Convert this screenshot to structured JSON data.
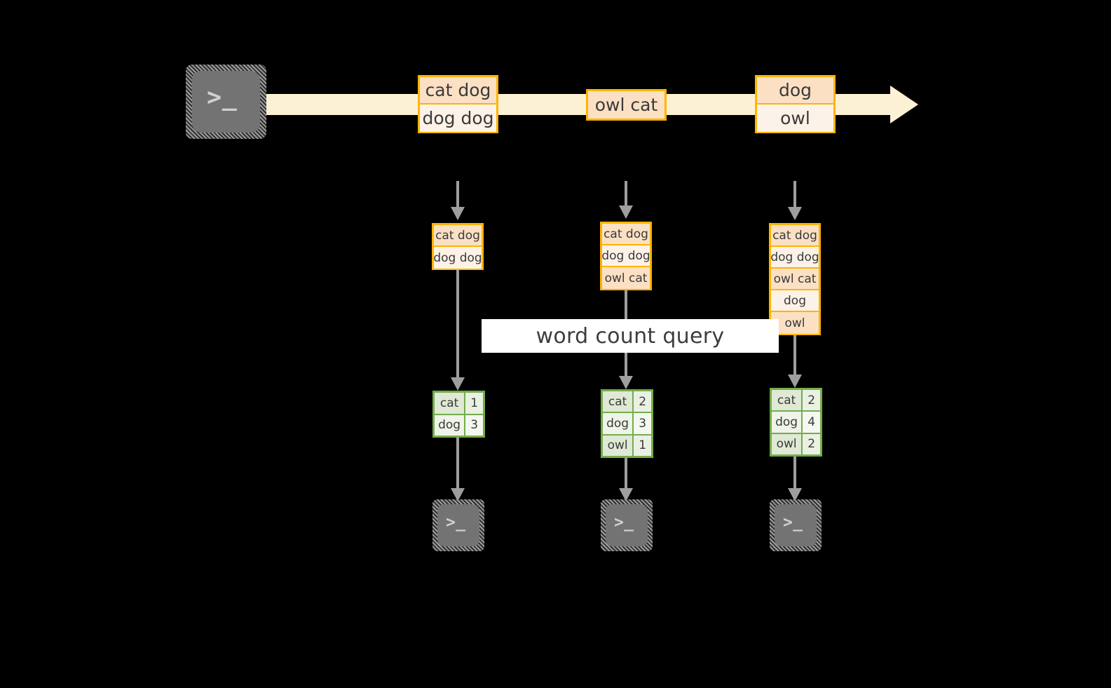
{
  "diagram": {
    "title": "word count query over a stream",
    "colors": {
      "event_border": "#ffb400",
      "event_fill_dark": "#fbe0c4",
      "event_fill_light": "#fdf2e7",
      "stream_fill": "#fdf1d5",
      "table_border": "#74ad4c",
      "table_fill": "#eef4e8",
      "arrow_gray": "#9e9e9e",
      "terminal_gray": "#737373",
      "background": "#000000",
      "label_background": "#ffffff"
    },
    "source": {
      "icon": "terminal-icon",
      "prompt": ">_"
    },
    "stream": {
      "direction": "left-to-right",
      "events": [
        {
          "id": "event-group-1",
          "lines": [
            {
              "text": "cat dog",
              "shade": "dark"
            },
            {
              "text": "dog dog",
              "shade": "light"
            }
          ]
        },
        {
          "id": "event-group-2",
          "lines": [
            {
              "text": "owl cat",
              "shade": "dark"
            }
          ]
        },
        {
          "id": "event-group-3",
          "lines": [
            {
              "text": "dog",
              "shade": "dark"
            },
            {
              "text": "owl",
              "shade": "light"
            }
          ]
        }
      ]
    },
    "label": {
      "text": "word count query"
    },
    "snapshots": [
      {
        "id": "snapshot-1",
        "input_rows": [
          {
            "text": "cat dog",
            "shade": "dark"
          },
          {
            "text": "dog dog",
            "shade": "light"
          }
        ],
        "result_rows": [
          {
            "word": "cat",
            "count": "1",
            "shade": "shadeA"
          },
          {
            "word": "dog",
            "count": "3",
            "shade": "shadeB"
          }
        ],
        "sink": {
          "icon": "terminal-icon",
          "prompt": ">_"
        }
      },
      {
        "id": "snapshot-2",
        "input_rows": [
          {
            "text": "cat dog",
            "shade": "dark"
          },
          {
            "text": "dog dog",
            "shade": "light"
          },
          {
            "text": "owl cat",
            "shade": "dark"
          }
        ],
        "result_rows": [
          {
            "word": "cat",
            "count": "2",
            "shade": "shadeA"
          },
          {
            "word": "dog",
            "count": "3",
            "shade": "shadeB"
          },
          {
            "word": "owl",
            "count": "1",
            "shade": "shadeA"
          }
        ],
        "sink": {
          "icon": "terminal-icon",
          "prompt": ">_"
        }
      },
      {
        "id": "snapshot-3",
        "input_rows": [
          {
            "text": "cat dog",
            "shade": "dark"
          },
          {
            "text": "dog dog",
            "shade": "light"
          },
          {
            "text": "owl cat",
            "shade": "dark"
          },
          {
            "text": "dog",
            "shade": "light"
          },
          {
            "text": "owl",
            "shade": "dark"
          }
        ],
        "result_rows": [
          {
            "word": "cat",
            "count": "2",
            "shade": "shadeA"
          },
          {
            "word": "dog",
            "count": "4",
            "shade": "shadeB"
          },
          {
            "word": "owl",
            "count": "2",
            "shade": "shadeA"
          }
        ],
        "sink": {
          "icon": "terminal-icon",
          "prompt": ">_"
        }
      }
    ]
  }
}
